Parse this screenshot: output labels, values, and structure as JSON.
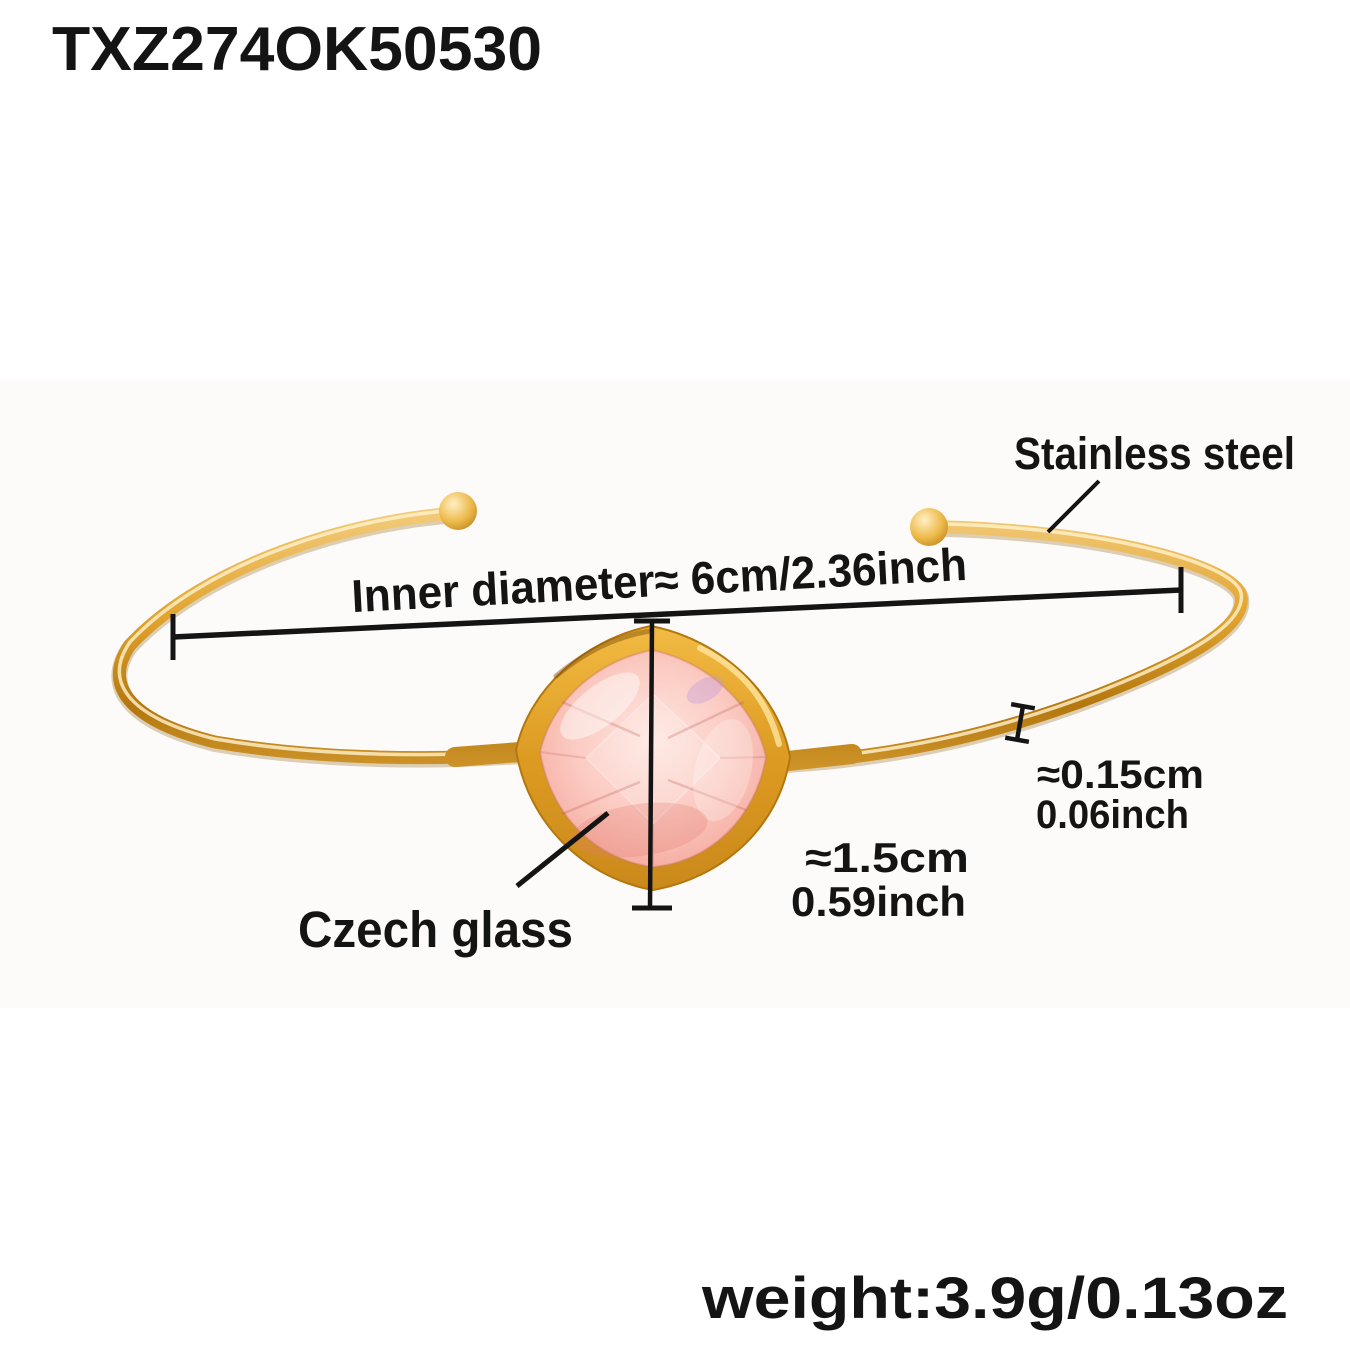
{
  "header": {
    "product_code": "TXZ274OK50530"
  },
  "diagram": {
    "material_label": "Stainless steel",
    "inner_diameter_label": "Inner diameter≈ 6cm/2.36inch",
    "wire_thickness_cm_label": "≈0.15cm",
    "wire_thickness_inch_label": "0.06inch",
    "stone_size_cm_label": "≈1.5cm",
    "stone_size_inch_label": "0.59inch",
    "stone_material_label": "Czech glass"
  },
  "footer": {
    "weight_label": "weight:3.9g/0.13oz"
  },
  "colors": {
    "background": "#ffffff",
    "photo_band": "#fcfbf9",
    "ink": "#141414",
    "gold_light": "#F6D389",
    "gold_mid": "#E2A42F",
    "gold_dark": "#B3770E",
    "gold_warm": "#D79E33",
    "ball_light": "#FFF0C4",
    "ball_mid": "#EDB949",
    "ball_dark": "#A96F0C",
    "bezel_light": "#F3BC45",
    "bezel_mid": "#DD9B22",
    "bezel_dark": "#C9881A",
    "glass_center": "#FFE6E0",
    "glass_mid": "#FBCCC3",
    "glass_outer": "#F6ACA1",
    "glass_edge": "#F19D94"
  }
}
